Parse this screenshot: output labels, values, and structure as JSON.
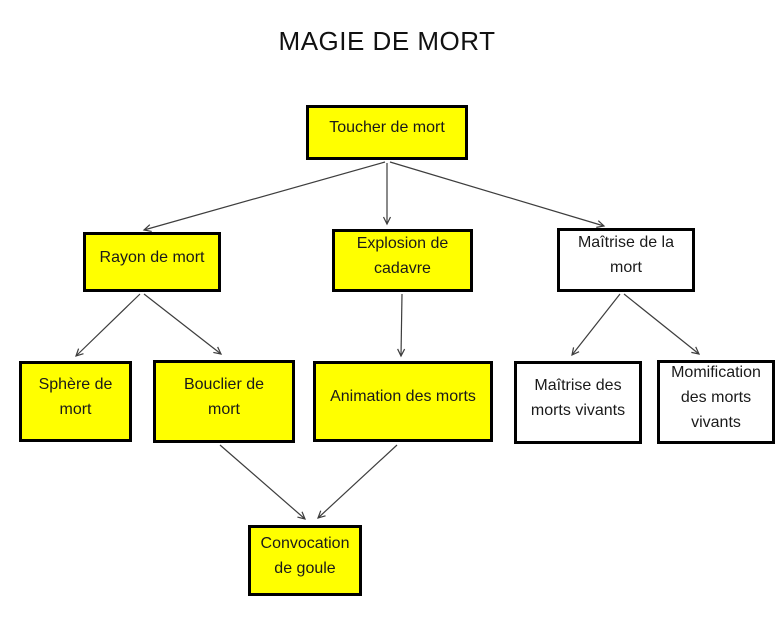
{
  "title": "MAGIE DE MORT",
  "diagram": {
    "type": "tree-flowchart",
    "nodes": {
      "toucher": {
        "label": "Toucher de mort",
        "fill": "#FFFF00"
      },
      "rayon": {
        "label": "Rayon de mort",
        "fill": "#FFFF00"
      },
      "explosion": {
        "label": "Explosion de\ncadavre",
        "fill": "#FFFF00"
      },
      "maitrise_mort": {
        "label": "Maîtrise de la\nmort",
        "fill": "#FFFFFF"
      },
      "sphere": {
        "label": "Sphère de\nmort",
        "fill": "#FFFF00"
      },
      "bouclier": {
        "label": "Bouclier de\nmort",
        "fill": "#FFFF00"
      },
      "animation": {
        "label": "Animation des morts",
        "fill": "#FFFF00"
      },
      "maitrise_mv": {
        "label": "Maîtrise des\nmorts vivants",
        "fill": "#FFFFFF"
      },
      "momification": {
        "label": "Momification\ndes morts\nvivants",
        "fill": "#FFFFFF"
      },
      "convocation": {
        "label": "Convocation\nde goule",
        "fill": "#FFFF00"
      }
    },
    "edges": [
      {
        "from": "toucher",
        "to": "rayon"
      },
      {
        "from": "toucher",
        "to": "explosion"
      },
      {
        "from": "toucher",
        "to": "maitrise_mort"
      },
      {
        "from": "rayon",
        "to": "sphere"
      },
      {
        "from": "rayon",
        "to": "bouclier"
      },
      {
        "from": "explosion",
        "to": "animation"
      },
      {
        "from": "maitrise_mort",
        "to": "maitrise_mv"
      },
      {
        "from": "maitrise_mort",
        "to": "momification"
      },
      {
        "from": "bouclier",
        "to": "convocation"
      },
      {
        "from": "animation",
        "to": "convocation"
      }
    ]
  },
  "colors": {
    "node_fill_highlight": "#FFFF00",
    "node_fill_plain": "#FFFFFF",
    "node_border": "#000000",
    "arrow_line": "#3D3D3D",
    "background": "#FFFFFF",
    "text": "#1A1A1A"
  }
}
